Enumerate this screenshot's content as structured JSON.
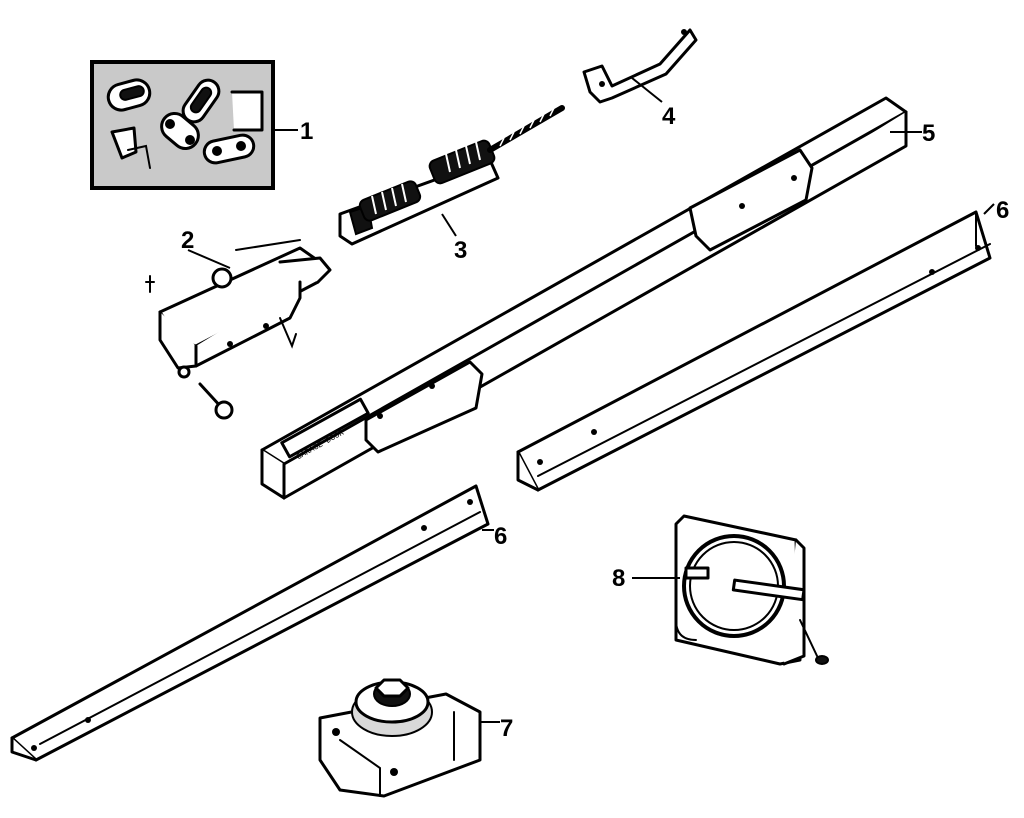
{
  "callouts": {
    "c1": "1",
    "c2": "2",
    "c3": "3",
    "c4": "4",
    "c5": "5",
    "c6a": "6",
    "c6b": "6",
    "c7": "7",
    "c8": "8"
  },
  "rail_label": "GARAGE DOOR"
}
